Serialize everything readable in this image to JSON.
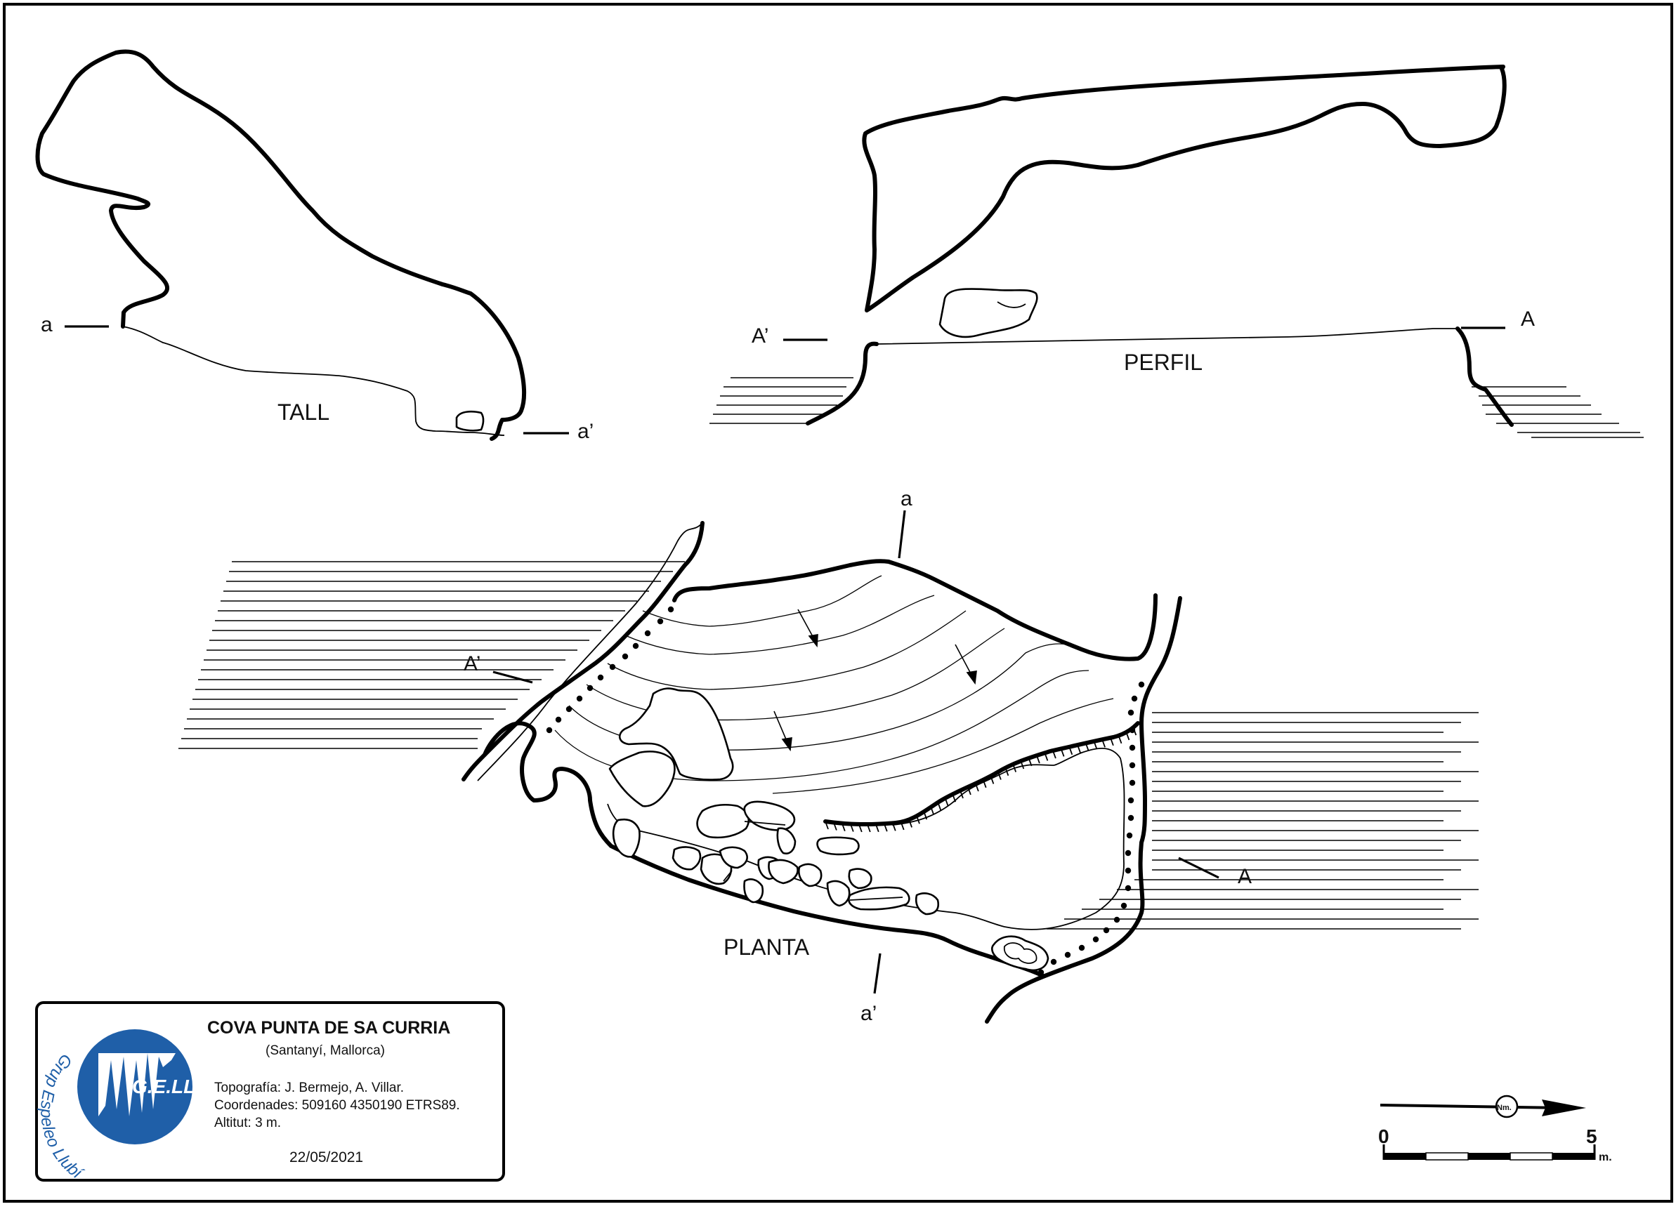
{
  "sections": {
    "tall": {
      "label": "TALL",
      "mark_start": "a",
      "mark_end": "a’"
    },
    "perfil": {
      "label": "PERFIL",
      "mark_start": "A’",
      "mark_end": "A"
    },
    "planta": {
      "label": "PLANTA",
      "mark_a": "a",
      "mark_a_prime": "a’",
      "mark_A": "A",
      "mark_A_prime": "A’"
    }
  },
  "title_block": {
    "title": "COVA PUNTA DE SA CURRIA",
    "location": "(Santanyí, Mallorca)",
    "topography": "Topografía: J. Bermejo, A. Villar.",
    "coordinates": "Coordenades: 509160 4350190 ETRS89.",
    "altitude": "Altitut: 3 m.",
    "date": "22/05/2021",
    "logo_text": "G.E.LL.",
    "logo_ring_text": "Grup Espeleo Llubí",
    "logo_color": "#1f5fa8"
  },
  "north_arrow": {
    "label": "Nm."
  },
  "scale_bar": {
    "start_label": "0",
    "end_label": "5",
    "unit": "m."
  }
}
